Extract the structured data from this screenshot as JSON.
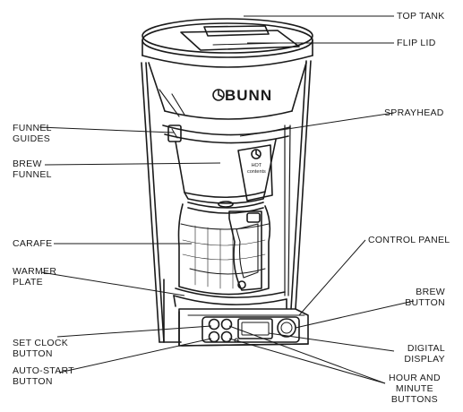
{
  "brand": "BUNN",
  "callouts": {
    "top_tank": "TOP TANK",
    "flip_lid": "FLIP LID",
    "sprayhead": "SPRAYHEAD",
    "funnel_guides": [
      "FUNNEL",
      "GUIDES"
    ],
    "brew_funnel": [
      "BREW",
      "FUNNEL"
    ],
    "carafe": "CARAFE",
    "control_panel": "CONTROL PANEL",
    "warmer_plate": [
      "WARMER",
      "PLATE"
    ],
    "brew_button": [
      "BREW",
      "BUTTON"
    ],
    "set_clock_button": [
      "SET CLOCK",
      "BUTTON"
    ],
    "digital_display": [
      "DIGITAL",
      "DISPLAY"
    ],
    "auto_start_button": [
      "AUTO-START",
      "BUTTON"
    ],
    "hour_minute_buttons": [
      "HOUR AND",
      "MINUTE",
      "BUTTONS"
    ]
  },
  "funnel_tag": [
    "HOT",
    "contents"
  ]
}
